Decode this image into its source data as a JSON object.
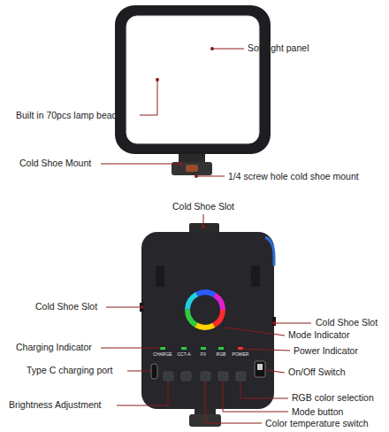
{
  "diagram": {
    "labels": [
      "Soft light panel",
      "Built in 70pcs lamp beads",
      "Cold Shoe Mount",
      "1/4 screw hole cold shoe mount",
      "Cold Shoe Slot",
      "Cold Shoe Slot",
      "Cold Shoe Slot",
      "CHARGE",
      "CCT-A",
      "FX",
      "RGB",
      "POWER",
      "Mode Indicator",
      "Charging Indicator",
      "Power Indicator",
      "Type C charging port",
      "On/Off Switch",
      "Brightness Adjustment",
      "RGB color selection",
      "Mode button",
      "Color temperature switch"
    ]
  }
}
